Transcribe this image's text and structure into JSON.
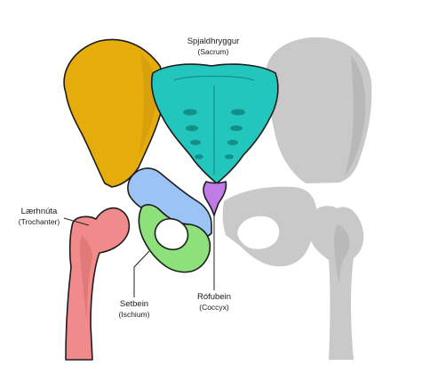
{
  "colors": {
    "ilium": "#e6ac0c",
    "sacrum": "#22c6bd",
    "sacrum_dark": "#138f88",
    "coccyx": "#c07be6",
    "pubis": "#9cc3f5",
    "ischium": "#8de07a",
    "femur": "#f18a8a",
    "femur_dark": "#d96e6e",
    "greyed_bone": "#c9c9c9",
    "greyed_bone_dark": "#a9a9a9"
  },
  "labels": {
    "sacrum": {
      "name": "Spjaldhryggur",
      "latin": "(Sacrum)"
    },
    "trochanter": {
      "name": "Lærhnúta",
      "latin": "(Trochanter)"
    },
    "ischium": {
      "name": "Setbein",
      "latin": "(Ischium)"
    },
    "coccyx": {
      "name": "Rófubein",
      "latin": "(Coccyx)"
    }
  }
}
